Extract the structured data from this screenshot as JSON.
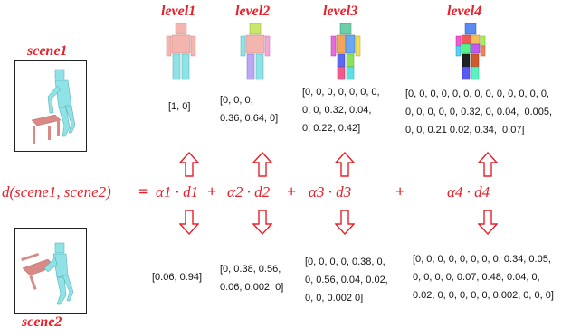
{
  "levels": [
    {
      "label": "level1",
      "top_vector": "[1, 0]",
      "bottom_vector": "[0.06, 0.94]",
      "term": "α1 · d1"
    },
    {
      "label": "level2",
      "top_vector": "[0, 0, 0,\n0.36, 0.64, 0]",
      "bottom_vector": "[0, 0.38, 0.56,\n0.06, 0.002, 0]",
      "term": "α2 · d2"
    },
    {
      "label": "level3",
      "top_vector": "[0, 0, 0, 0, 0, 0, 0,\n0, 0, 0.32, 0.04,\n0, 0.22, 0.42]",
      "bottom_vector": "[0, 0, 0, 0, 0.38, 0,\n0, 0.56, 0.04, 0.02,\n0, 0, 0.002 0]",
      "term": "α3 · d3"
    },
    {
      "label": "level4",
      "top_vector": "[0, 0, 0, 0, 0, 0, 0, 0, 0, 0, 0, 0, 0,\n0, 0, 0, 0, 0, 0.32, 0, 0.04,  0.005,\n0, 0, 0.21 0.02, 0.34,  0.07]",
      "bottom_vector": "[0, 0, 0, 0, 0, 0, 0, 0, 0.34, 0.05,\n0, 0, 0, 0, 0.07, 0.48, 0.04, 0,\n0.02, 0, 0, 0, 0, 0, 0.002, 0, 0, 0]",
      "term": "α4 · d4"
    }
  ],
  "scenes": {
    "top_label": "scene1",
    "bottom_label": "scene2"
  },
  "equation": {
    "lhs": "d(scene1, scene2)",
    "equals": "=",
    "plus": "+"
  },
  "colors": {
    "accent": "#e8202a",
    "figure_pink": "#f4b5b0",
    "figure_cyan": "#8fe3e6",
    "chair": "#d98a86"
  }
}
